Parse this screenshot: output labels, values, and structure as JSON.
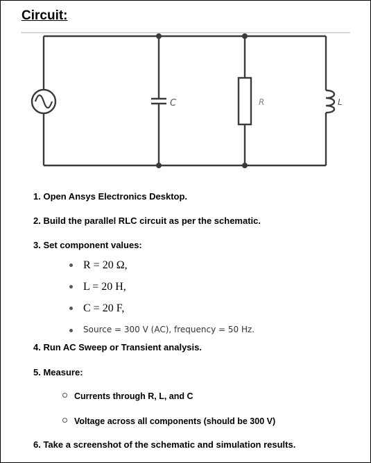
{
  "heading": "Circuit:",
  "schematic": {
    "labels": {
      "capacitor": "C",
      "resistor": "R",
      "inductor": "L"
    },
    "icons": [
      "ac-source-icon",
      "capacitor-icon",
      "resistor-icon",
      "inductor-icon"
    ]
  },
  "steps": [
    "1. Open Ansys Electronics Desktop.",
    "2. Build the parallel RLC circuit as per the schematic.",
    "3. Set component values:",
    "4. Run AC Sweep or Transient analysis.",
    "5. Measure:",
    "6. Take a screenshot of the schematic and simulation results."
  ],
  "component_values": [
    "R = 20 Ω,",
    "L = 20 H,",
    "C = 20 F,",
    "Source = 300 V (AC), frequency = 50 Hz."
  ],
  "measure_items": [
    "Currents through R, L, and C",
    "Voltage across all components (should be 300 V)"
  ]
}
